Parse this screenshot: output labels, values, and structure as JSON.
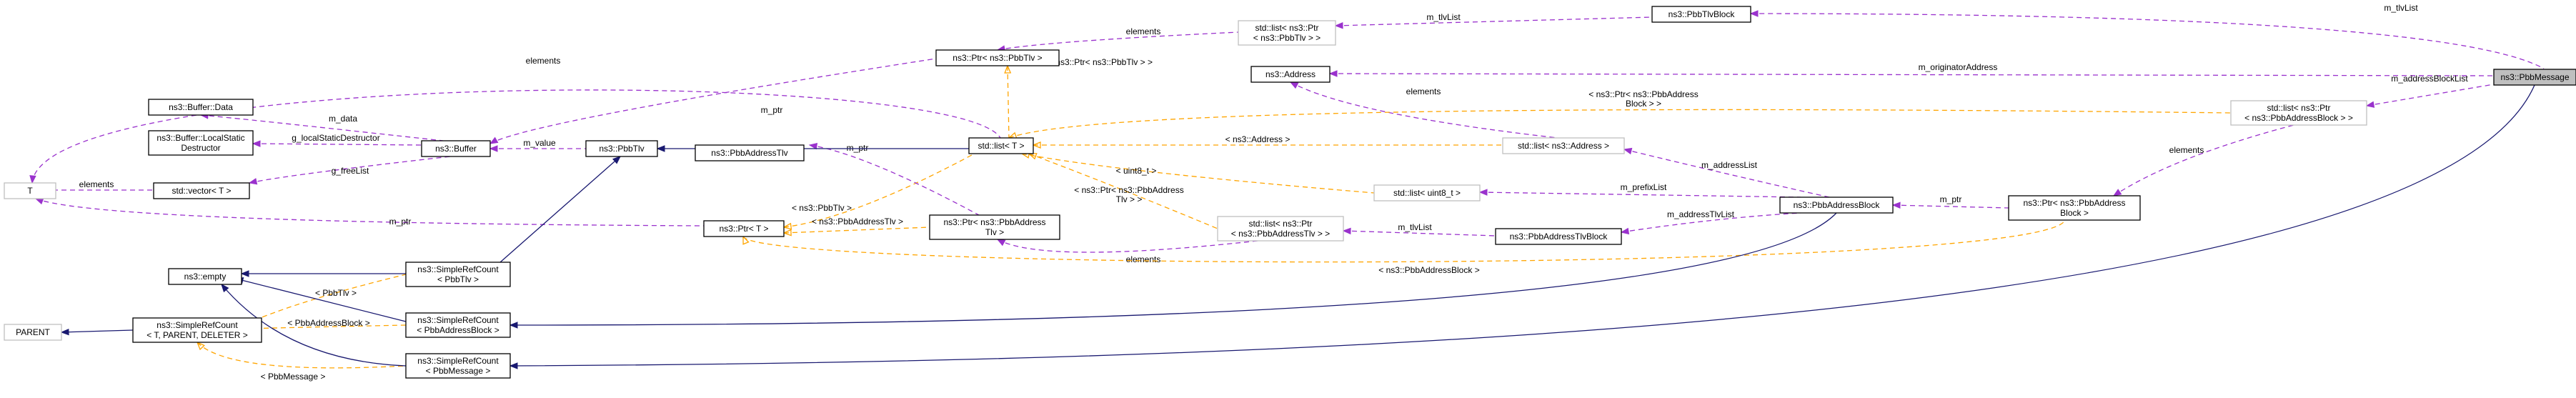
{
  "nodes": {
    "pbbmessage": [
      "ns3::PbbMessage"
    ],
    "pbbtlvblock": [
      "ns3::PbbTlvBlock"
    ],
    "list_ptr_pbbtlv": [
      "std::list< ns3::Ptr",
      "< ns3::PbbTlv > >"
    ],
    "address": [
      "ns3::Address"
    ],
    "list_ptr_addrblock": [
      "std::list< ns3::Ptr",
      "< ns3::PbbAddressBlock > >"
    ],
    "ptr_pbbtlv": [
      "ns3::Ptr< ns3::PbbTlv >"
    ],
    "stdlist_t": [
      "std::list< T >"
    ],
    "list_address": [
      "std::list< ns3::Address >"
    ],
    "list_uint8": [
      "std::list< uint8_t >"
    ],
    "list_ptr_addrtlv": [
      "std::list< ns3::Ptr",
      "< ns3::PbbAddressTlv > >"
    ],
    "pbbaddressblock": [
      "ns3::PbbAddressBlock"
    ],
    "ptr_addrblock": [
      "ns3::Ptr< ns3::PbbAddress",
      "Block >"
    ],
    "pbbaddresstlvblock": [
      "ns3::PbbAddressTlvBlock"
    ],
    "ptr_addrtlv": [
      "ns3::Ptr< ns3::PbbAddress",
      "Tlv >"
    ],
    "pbbaddresstlv": [
      "ns3::PbbAddressTlv"
    ],
    "pbbtlv": [
      "ns3::PbbTlv"
    ],
    "buffer": [
      "ns3::Buffer"
    ],
    "buffer_data": [
      "ns3::Buffer::Data"
    ],
    "buffer_lsd": [
      "ns3::Buffer::LocalStatic",
      "Destructor"
    ],
    "vector_t": [
      "std::vector< T >"
    ],
    "t": [
      "T"
    ],
    "ptr_t": [
      "ns3::Ptr< T >"
    ],
    "empty": [
      "ns3::empty"
    ],
    "src_pbbtlv": [
      "ns3::SimpleRefCount",
      "< PbbTlv >"
    ],
    "src_addrblock": [
      "ns3::SimpleRefCount",
      "< PbbAddressBlock >"
    ],
    "src_pbbmessage": [
      "ns3::SimpleRefCount",
      "< PbbMessage >"
    ],
    "src_generic": [
      "ns3::SimpleRefCount",
      "< T, PARENT, DELETER >"
    ],
    "parent": [
      "PARENT"
    ]
  },
  "edge_labels": {
    "m_tlvList_msg": [
      "m_tlvList"
    ],
    "m_tlvList_block": [
      "m_tlvList"
    ],
    "m_originatorAddress": [
      "m_originatorAddress"
    ],
    "m_addressBlockList": [
      "m_addressBlockList"
    ],
    "elements_ptrtlv": [
      "elements"
    ],
    "elements_t": [
      "elements"
    ],
    "elements_address": [
      "elements"
    ],
    "elements_addrblock": [
      "elements"
    ],
    "elements_addrtlv": [
      "elements"
    ],
    "elements_vector": [
      "elements"
    ],
    "tmpl_ptr_pbbtlv": [
      "< ns3::Ptr< ns3::PbbTlv > >"
    ],
    "tmpl_ptr_addrblock_list": [
      "< ns3::Ptr< ns3::PbbAddress",
      "Block > >"
    ],
    "tmpl_address": [
      "< ns3::Address >"
    ],
    "tmpl_uint8": [
      "< uint8_t >"
    ],
    "tmpl_ptr_addrtlv_list": [
      "< ns3::Ptr< ns3::PbbAddress",
      "Tlv > >"
    ],
    "tmpl_pbbtlv": [
      "< ns3::PbbTlv >"
    ],
    "tmpl_pbbaddresstlv": [
      "< ns3::PbbAddressTlv >"
    ],
    "tmpl_pbbaddressblock": [
      "< ns3::PbbAddressBlock >"
    ],
    "tmpl_src_pbbtlv": [
      "< PbbTlv >"
    ],
    "tmpl_src_addrblock": [
      "< PbbAddressBlock >"
    ],
    "tmpl_src_pbbmessage": [
      "< PbbMessage >"
    ],
    "m_ptr_pbbtlv": [
      "m_ptr"
    ],
    "m_ptr_addrtlv": [
      "m_ptr"
    ],
    "m_ptr_addrblock": [
      "m_ptr"
    ],
    "m_ptr_t": [
      "m_ptr"
    ],
    "m_addressList": [
      "m_addressList"
    ],
    "m_prefixList": [
      "m_prefixList"
    ],
    "m_addressTlvList": [
      "m_addressTlvList"
    ],
    "m_tlvList_addr": [
      "m_tlvList"
    ],
    "m_value": [
      "m_value"
    ],
    "m_data": [
      "m_data"
    ],
    "g_localStaticDestructor": [
      "g_localStaticDestructor"
    ],
    "g_freeList": [
      "g_freeList"
    ]
  },
  "legend_colors": {
    "member_edge": "#9a32cd",
    "template_edge": "#ffa500",
    "inheritance_edge": "#191970",
    "root_node_fill": "#bfbfbf"
  }
}
